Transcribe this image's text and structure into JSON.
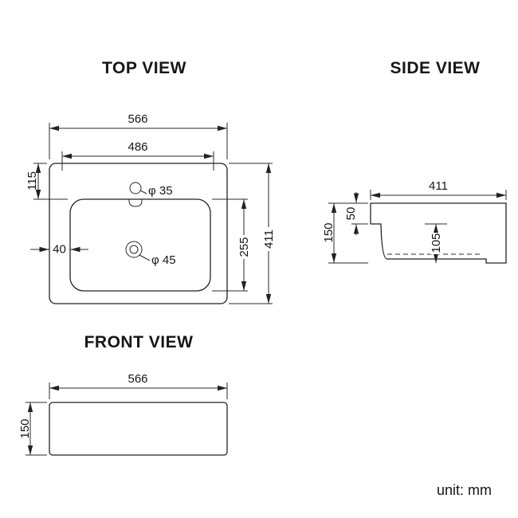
{
  "unit_label": "unit: mm",
  "views": {
    "top": {
      "title": "TOP VIEW",
      "dims": {
        "overall_width": "566",
        "inner_width": "486",
        "rim_top_offset": "115",
        "rim_side_offset": "40",
        "bowl_depth_front_back": "255",
        "overall_depth": "411",
        "faucet_hole_diameter": "φ 35",
        "drain_hole_diameter": "φ 45"
      }
    },
    "side": {
      "title": "SIDE VIEW",
      "dims": {
        "overall_length": "411",
        "front_edge_height": "50",
        "overall_height": "150",
        "bowl_inner_depth": "105"
      }
    },
    "front": {
      "title": "FRONT VIEW",
      "dims": {
        "overall_width": "566",
        "overall_height": "150"
      }
    }
  }
}
